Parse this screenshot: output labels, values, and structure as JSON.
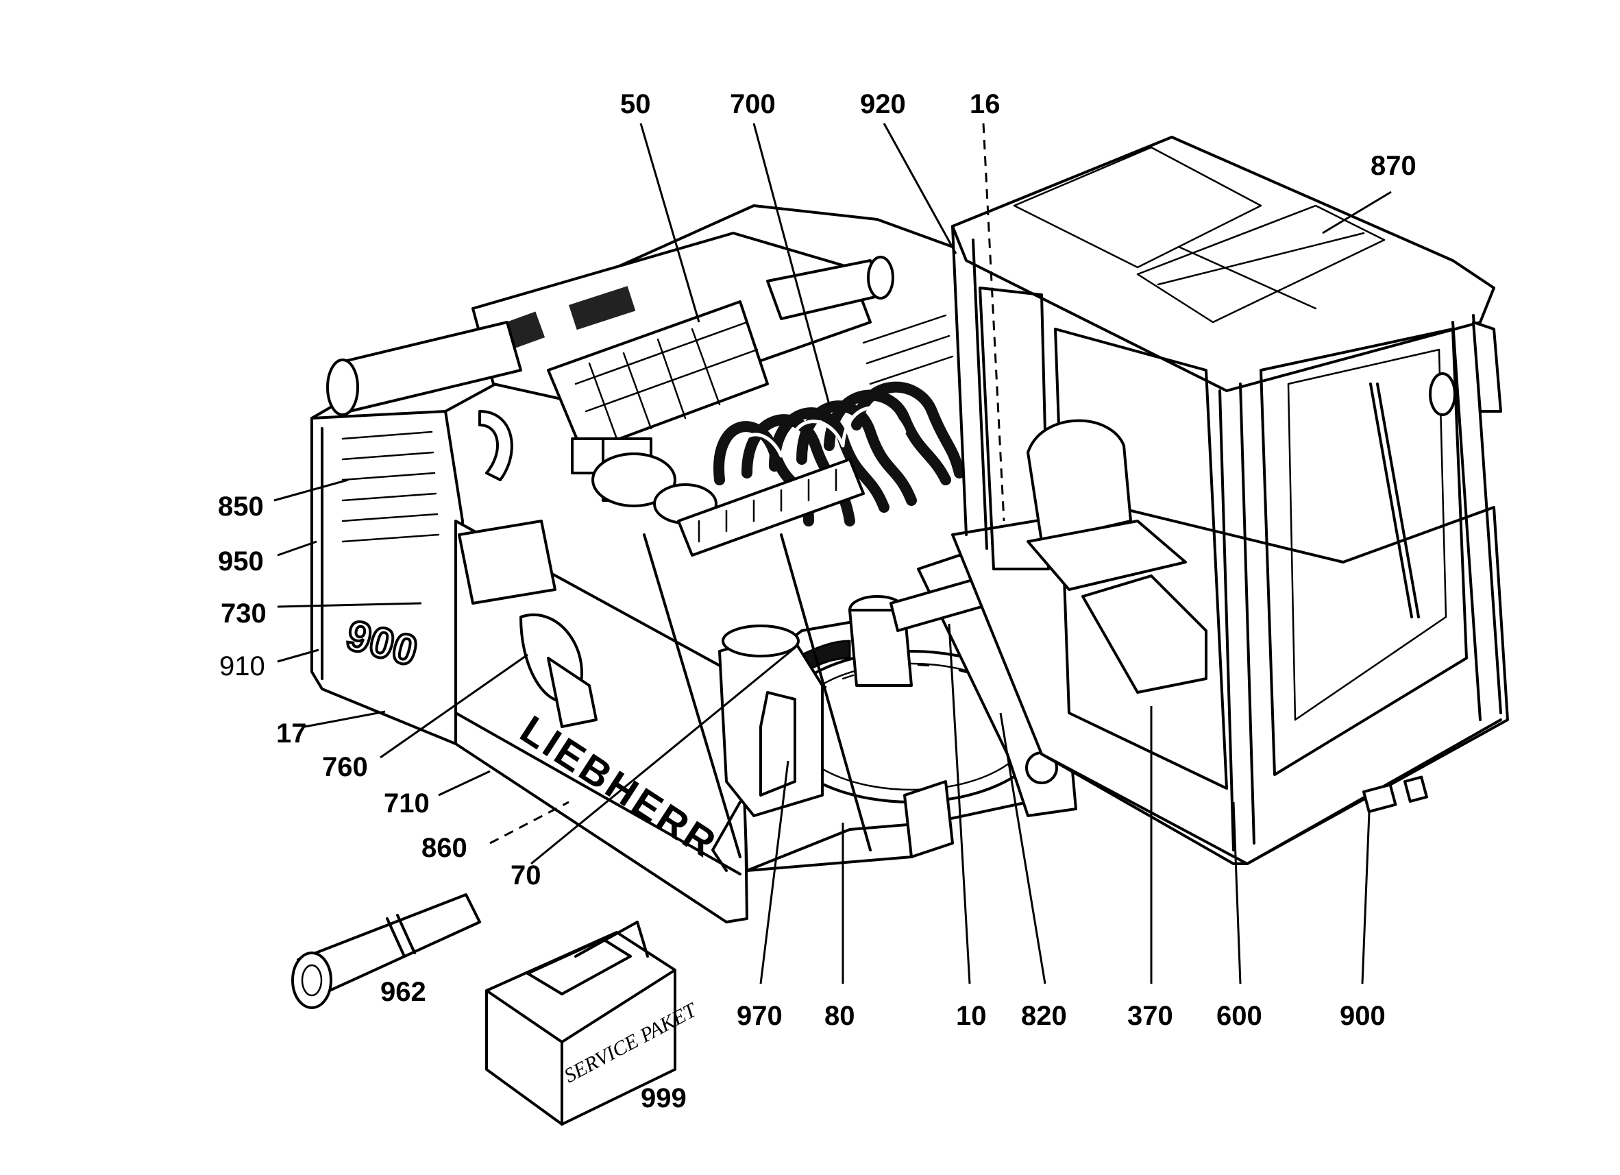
{
  "diagram": {
    "callouts": [
      {
        "id": "50",
        "label": "50"
      },
      {
        "id": "700",
        "label": "700"
      },
      {
        "id": "920",
        "label": "920"
      },
      {
        "id": "16",
        "label": "16"
      },
      {
        "id": "870",
        "label": "870"
      },
      {
        "id": "850",
        "label": "850"
      },
      {
        "id": "950",
        "label": "950"
      },
      {
        "id": "730",
        "label": "730"
      },
      {
        "id": "910",
        "label": "910"
      },
      {
        "id": "17",
        "label": "17"
      },
      {
        "id": "760",
        "label": "760"
      },
      {
        "id": "710",
        "label": "710"
      },
      {
        "id": "860",
        "label": "860"
      },
      {
        "id": "70",
        "label": "70"
      },
      {
        "id": "962",
        "label": "962"
      },
      {
        "id": "999",
        "label": "999"
      },
      {
        "id": "970",
        "label": "970"
      },
      {
        "id": "80",
        "label": "80"
      },
      {
        "id": "10",
        "label": "10"
      },
      {
        "id": "820",
        "label": "820"
      },
      {
        "id": "370",
        "label": "370"
      },
      {
        "id": "600",
        "label": "600"
      },
      {
        "id": "900",
        "label": "900"
      }
    ],
    "machine_lettering": {
      "brand": "LIEBHERR",
      "model": "900"
    },
    "box_lettering": "SERVICE PAKET"
  }
}
